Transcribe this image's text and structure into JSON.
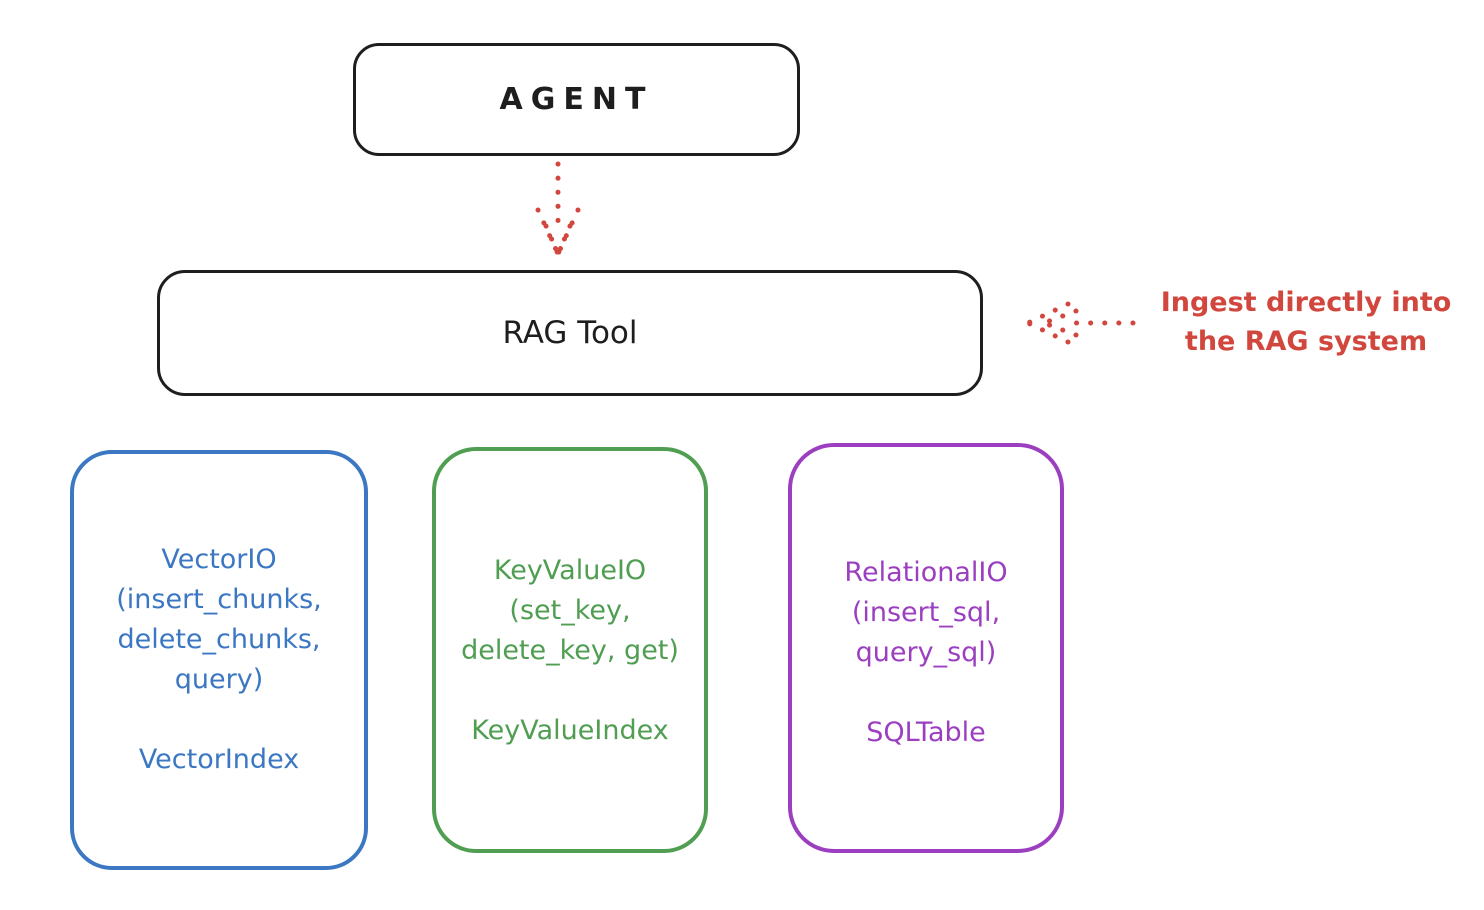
{
  "colors": {
    "background": "#ffffff",
    "ink": "#1e1e1e",
    "red": "#d2473d",
    "blue": "#3b77c2",
    "green": "#4f9e51",
    "purple": "#9b3fc0"
  },
  "agent_box": {
    "label": "AGENT"
  },
  "rag_tool_box": {
    "label": "RAG Tool"
  },
  "ingest_annotation": {
    "line1": "Ingest directly into",
    "line2": "the RAG system"
  },
  "arrows": [
    {
      "name": "agent-to-rag-arrow",
      "style": "dotted",
      "direction": "down",
      "color": "#d2473d"
    },
    {
      "name": "ingest-arrow",
      "style": "dotted",
      "direction": "left",
      "color": "#d2473d"
    }
  ],
  "io_boxes": [
    {
      "name": "vector-io",
      "color": "#3b77c2",
      "lines": [
        "VectorIO",
        "(insert_chunks,",
        "delete_chunks,",
        "query)"
      ],
      "index_label": "VectorIndex"
    },
    {
      "name": "keyvalue-io",
      "color": "#4f9e51",
      "lines": [
        "KeyValueIO",
        "(set_key,",
        "delete_key, get)"
      ],
      "index_label": "KeyValueIndex"
    },
    {
      "name": "relational-io",
      "color": "#9b3fc0",
      "lines": [
        "RelationalIO",
        "(insert_sql,",
        "query_sql)"
      ],
      "index_label": "SQLTable"
    }
  ]
}
